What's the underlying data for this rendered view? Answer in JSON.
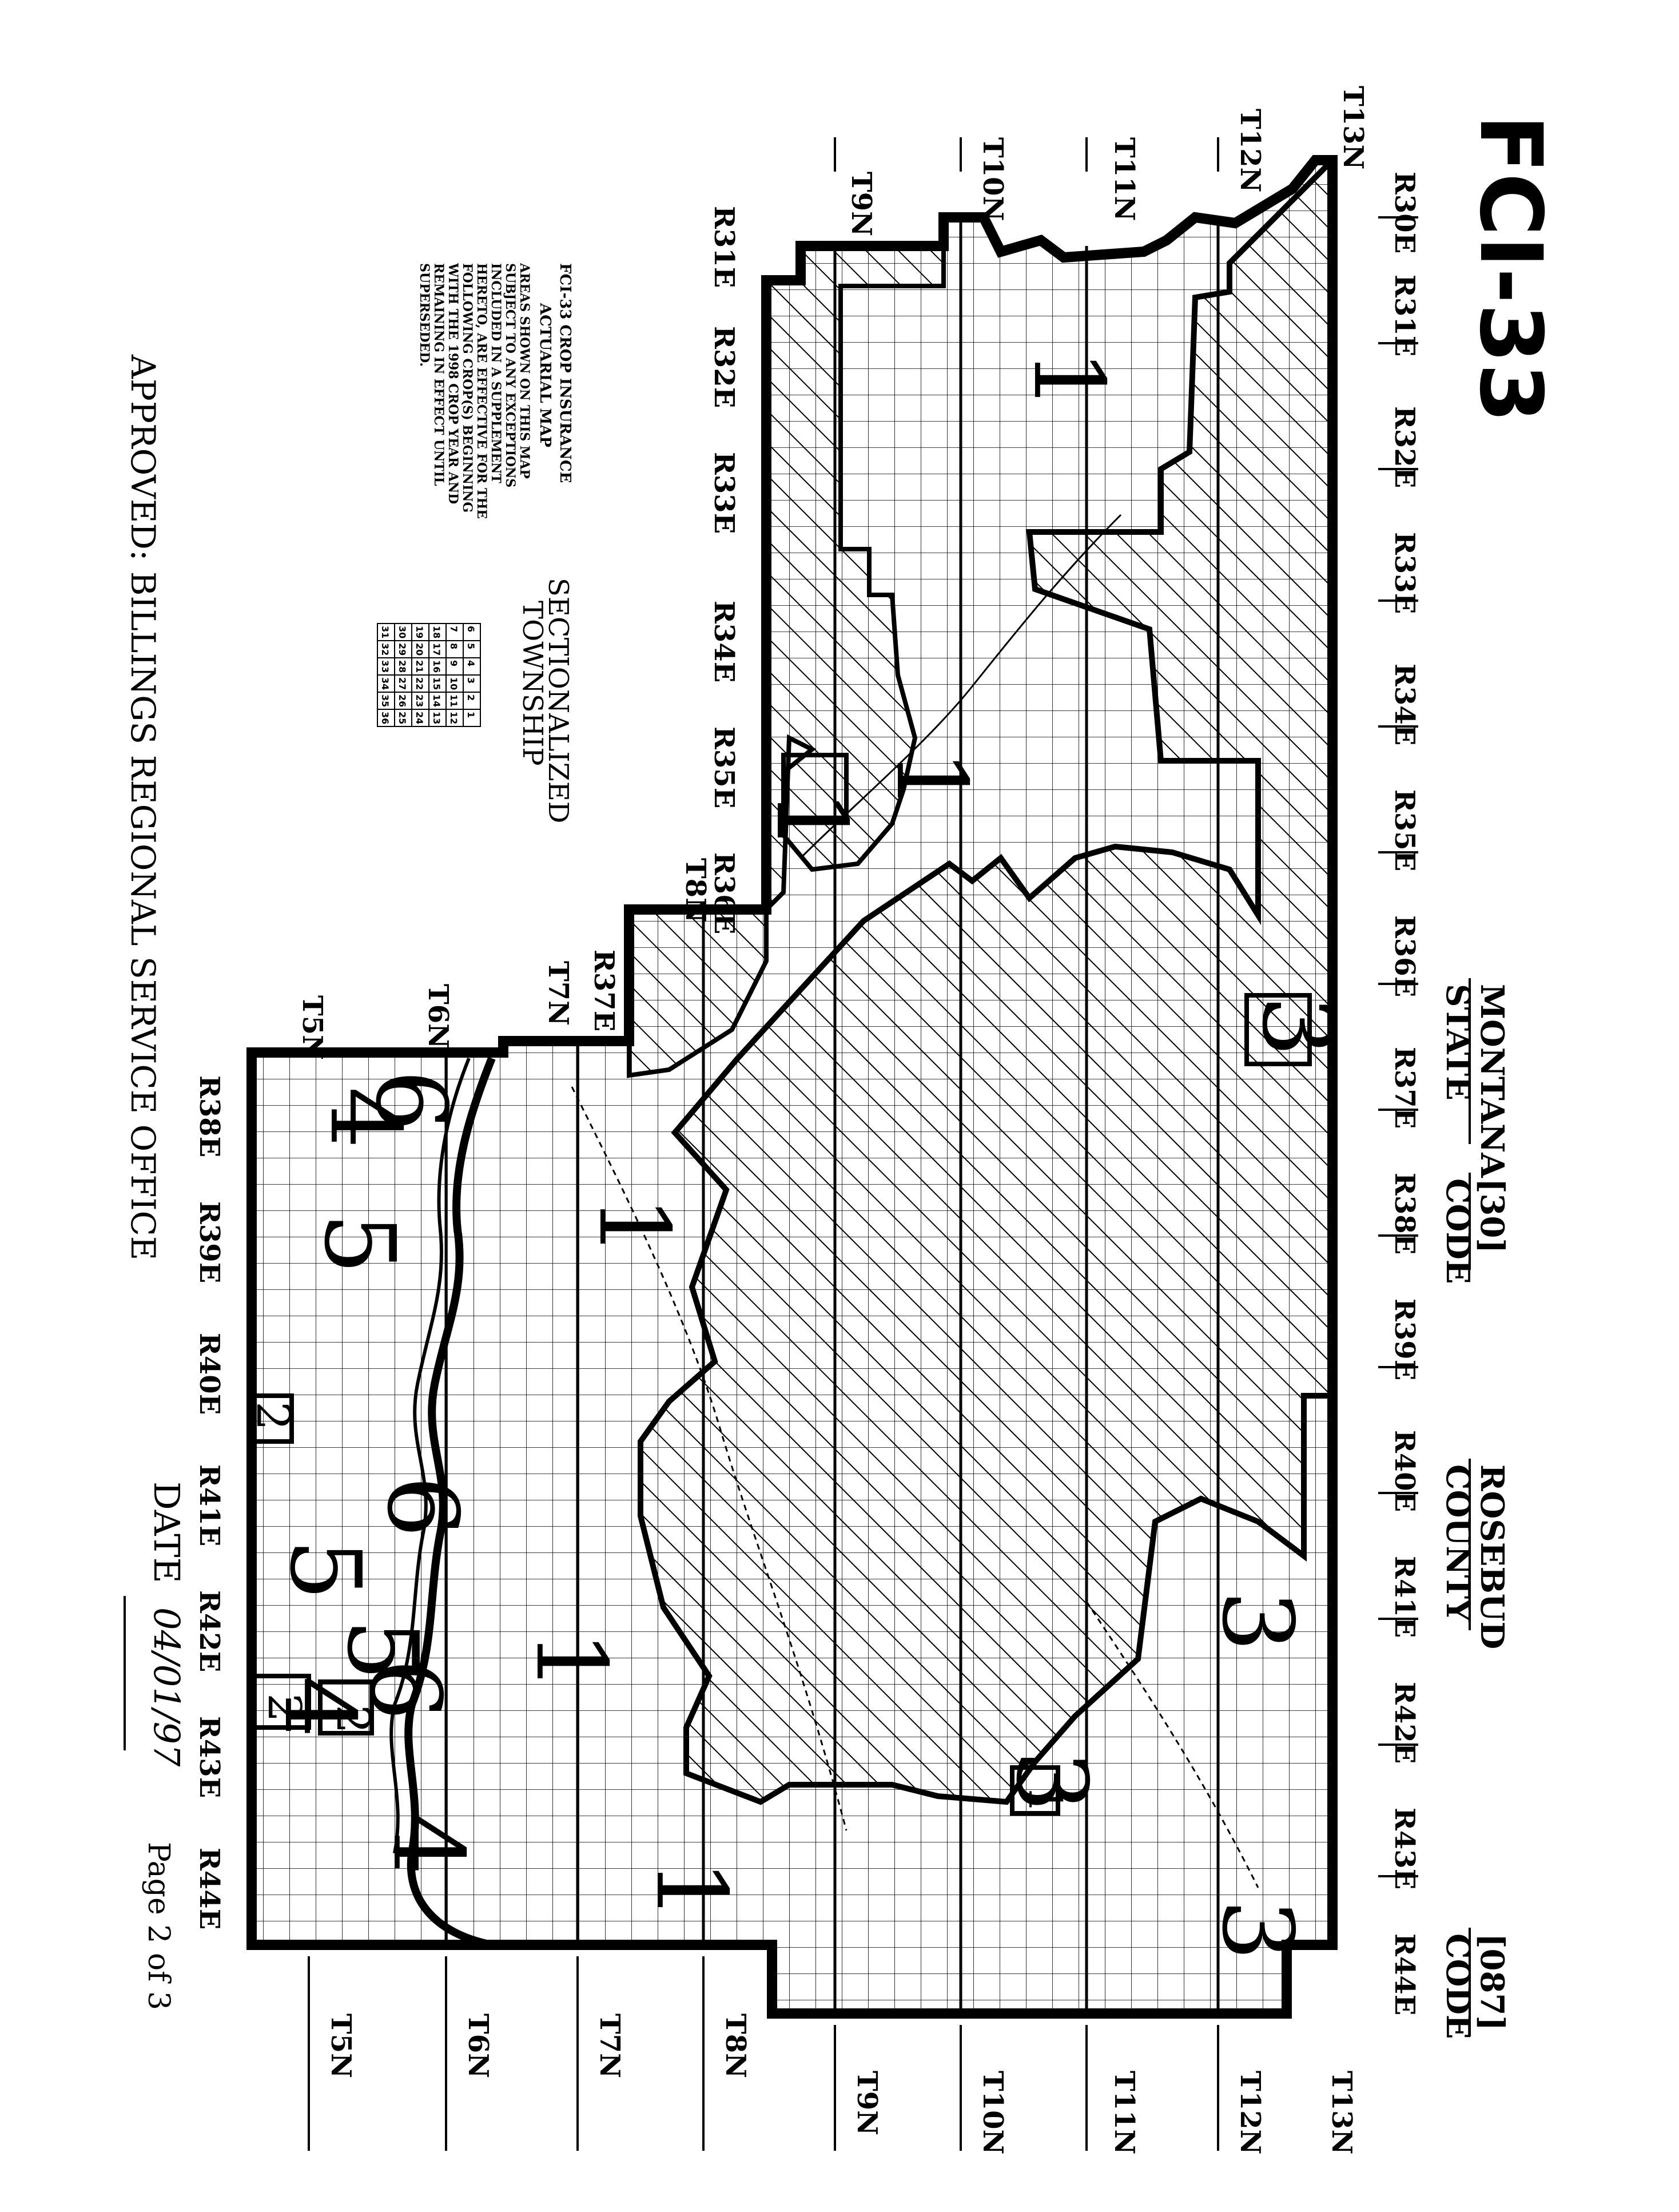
{
  "header": {
    "form_id": "FCI-33",
    "state_name": "MONTANA",
    "state_caption": "STATE",
    "state_code": "[30]",
    "state_code_caption": "CODE",
    "county_name": "ROSEBUD",
    "county_caption": "COUNTY",
    "county_code": "[087]",
    "county_code_caption": "CODE"
  },
  "notice": {
    "title": "FCI-33 CROP INSURANCE",
    "subtitle": "ACTUARIAL MAP",
    "lines": [
      "AREAS SHOWN ON THIS MAP",
      "SUBJECT TO ANY EXCEPTIONS",
      "INCLUDED IN A SUPPLEMENT",
      "HERETO, ARE EFFECTIVE FOR THE",
      "FOLLOWING CROP(S) BEGINNING",
      "WITH THE 1998 CROP YEAR AND",
      "REMAINING IN EFFECT UNTIL",
      "SUPERSEDED."
    ]
  },
  "township_key": {
    "title_line1": "SECTIONALIZED",
    "title_line2": "TOWNSHIP",
    "rows": [
      [
        "6",
        "5",
        "4",
        "3",
        "2",
        "1"
      ],
      [
        "7",
        "8",
        "9",
        "10",
        "11",
        "12"
      ],
      [
        "18",
        "17",
        "16",
        "15",
        "14",
        "13"
      ],
      [
        "19",
        "20",
        "21",
        "22",
        "23",
        "24"
      ],
      [
        "30",
        "29",
        "28",
        "27",
        "26",
        "25"
      ],
      [
        "31",
        "32",
        "33",
        "34",
        "35",
        "36"
      ]
    ]
  },
  "footer": {
    "approved": "APPROVED: BILLINGS REGIONAL SERVICE OFFICE",
    "date_label": "DATE",
    "date_value": "04/01/97",
    "page": "Page 2 of 3"
  },
  "ranges_east": [
    "R30E",
    "R31E",
    "R32E",
    "R33E",
    "R34E",
    "R35E",
    "R36E",
    "R37E",
    "R38E",
    "R39E",
    "R40E",
    "R41E",
    "R42E",
    "R43E",
    "R44E"
  ],
  "ranges_west": [
    "R31E",
    "R32E",
    "R33E",
    "R34E",
    "R35E",
    "R36E",
    "R37E"
  ],
  "ranges_lower": [
    "R38E",
    "R39E",
    "R40E",
    "R41E",
    "R42E",
    "R43E",
    "R44E"
  ],
  "townships_top": [
    "T13N",
    "T12N",
    "T11N",
    "T10N",
    "T9N"
  ],
  "townships_bottom": [
    "T13N",
    "T12N",
    "T11N",
    "T10N",
    "T9N",
    "T8N",
    "T7N",
    "T6N",
    "T5N"
  ],
  "townships_mid": [
    "T8N",
    "T7N",
    "T6N",
    "T5N"
  ],
  "area_labels": [
    "1",
    "1",
    "1",
    "1",
    "1",
    "1",
    "3",
    "3",
    "3",
    "3",
    "4",
    "4",
    "4",
    "5",
    "5",
    "5",
    "6",
    "6",
    "6",
    "2",
    "2",
    "2",
    "1"
  ]
}
